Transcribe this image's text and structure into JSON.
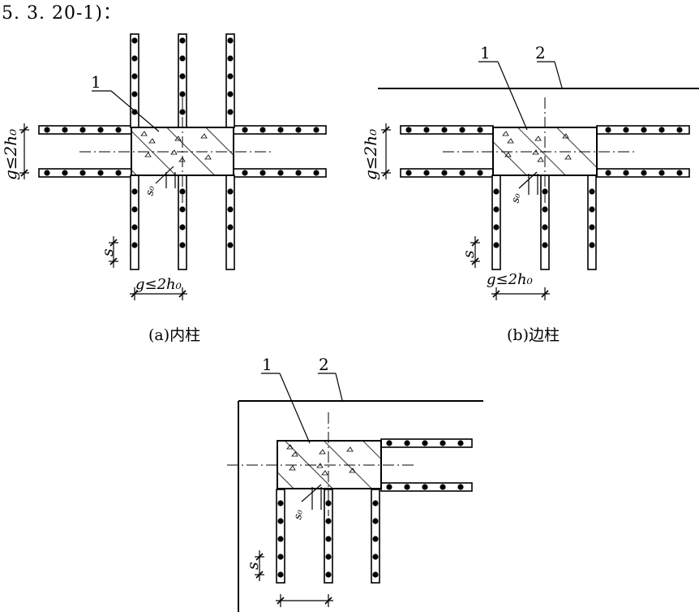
{
  "header_text": "5. 3. 20-1)：",
  "captions": {
    "inner": "(a)内柱",
    "edge": "(b)边柱"
  },
  "labels": {
    "stirrup": "1",
    "slab_edge": "2",
    "spacing": "s",
    "first_spacing": "s₀",
    "gap_h0": "g≤2h₀"
  }
}
